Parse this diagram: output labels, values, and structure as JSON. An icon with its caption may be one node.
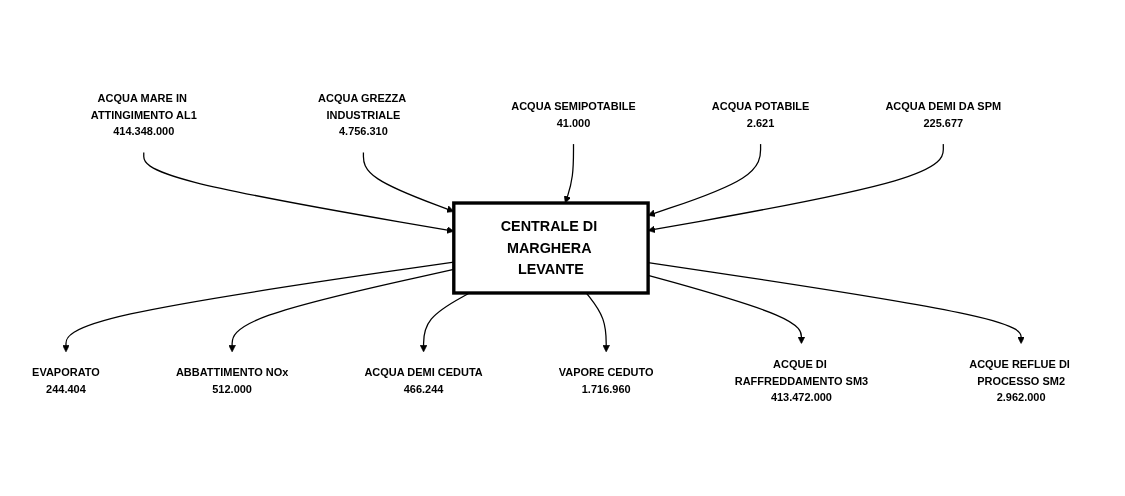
{
  "diagram": {
    "nodes": [
      {
        "text": [
          "ACQUA MARE IN ATTINGIMENTO AL1",
          "414.348.000"
        ]
      },
      {
        "text": [
          "ACQUA GREZZA INDUSTRIALE",
          "4.756.310"
        ]
      },
      {
        "text": [
          "ACQUA SEMIPOTABILE",
          "41.000"
        ]
      },
      {
        "text": [
          "ACQUA POTABILE",
          "2.621"
        ]
      },
      {
        "text": [
          "ACQUA DEMI DA SPM",
          "225.677"
        ]
      },
      {
        "text": [
          "EVAPORATO",
          "244.404"
        ]
      },
      {
        "text": [
          "ABBATTIMENTO NOx",
          "512.000"
        ]
      },
      {
        "text": [
          "CENTRALE DI MARGHERA LEVANTE"
        ]
      },
      {
        "text": [
          "ACQUA DEMI CEDUTA",
          "466.244"
        ]
      },
      {
        "text": [
          "VAPORE CEDUTO",
          "1.716.960"
        ]
      },
      {
        "text": [
          "ACQUE DI RAFFREDDAMENTO SM3",
          "413.472.000"
        ]
      },
      {
        "text": [
          "ACQUE REFLUE DI PROCESSO SM2",
          "2.962.000"
        ]
      }
    ],
    "edges": [
      {
        "from": 0,
        "to": 7,
        "arrow": "to"
      },
      {
        "from": 1,
        "to": 7,
        "arrow": "to"
      },
      {
        "from": 2,
        "to": 7,
        "arrow": "to"
      },
      {
        "from": 3,
        "to": 7,
        "arrow": "to"
      },
      {
        "from": 4,
        "to": 7,
        "arrow": "to"
      },
      {
        "from": 7,
        "to": 5,
        "arrow": "to"
      },
      {
        "from": 7,
        "to": 6,
        "arrow": "to"
      },
      {
        "from": 7,
        "to": 8,
        "arrow": "to"
      },
      {
        "from": 7,
        "to": 9,
        "arrow": "to"
      },
      {
        "from": 7,
        "to": 10,
        "arrow": "to"
      },
      {
        "from": 7,
        "to": 11,
        "arrow": "to"
      }
    ]
  }
}
